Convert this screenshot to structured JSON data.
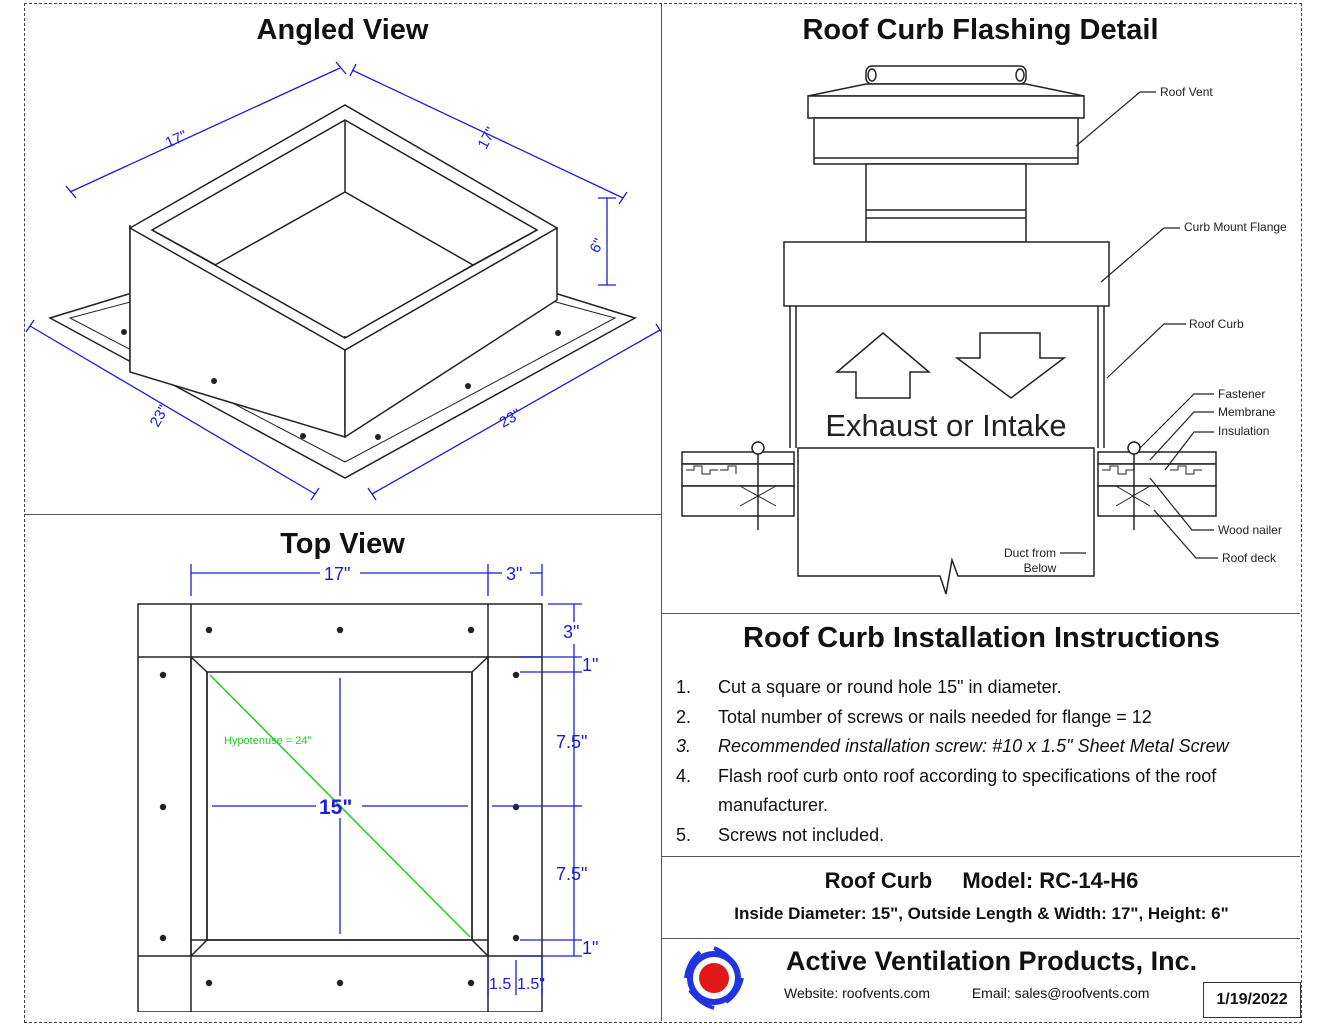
{
  "panels": {
    "angled_view": {
      "title": "Angled View",
      "dims": {
        "side_left": "17\"",
        "side_right": "17\"",
        "height": "6\"",
        "base_left": "23\"",
        "base_right": "23\""
      }
    },
    "top_view": {
      "title": "Top View",
      "dims": {
        "top_width": "17\"",
        "top_flange": "3\"",
        "right_flange": "3\"",
        "wall_top": "1\"",
        "half_top": "7.5\"",
        "half_bottom": "7.5\"",
        "wall_bottom": "1\"",
        "inside": "15\"",
        "bottom_a": "1.5",
        "bottom_b": "1.5\""
      },
      "hypotenuse": "Hypotenuse = 24\""
    },
    "flashing_detail": {
      "title": "Roof Curb Flashing Detail",
      "airflow_text": "Exhaust or Intake",
      "callouts": {
        "roof_vent": "Roof Vent",
        "curb_mount_flange": "Curb Mount Flange",
        "roof_curb": "Roof Curb",
        "fastener": "Fastener",
        "membrane": "Membrane",
        "insulation": "Insulation",
        "wood_nailer": "Wood nailer",
        "roof_deck": "Roof deck",
        "duct_line1": "Duct from",
        "duct_line2": "Below"
      }
    }
  },
  "instructions": {
    "title": "Roof Curb Installation Instructions",
    "items": [
      {
        "num": "1.",
        "text": "Cut a square or round hole 15\" in diameter."
      },
      {
        "num": "2.",
        "text": "Total number of screws or nails needed for flange = 12"
      },
      {
        "num": "3.",
        "text": "Recommended installation screw: #10 x 1.5\" Sheet Metal Screw"
      },
      {
        "num": "4.",
        "text": "Flash roof curb onto roof according to specifications of the roof manufacturer."
      },
      {
        "num": "5.",
        "text": "Screws not included."
      }
    ]
  },
  "product": {
    "name": "Roof Curb",
    "model": "Model: RC-14-H6",
    "specs": "Inside Diameter: 15\",  Outside Length & Width: 17\",  Height: 6\""
  },
  "company": {
    "name": "Active Ventilation Products, Inc.",
    "website_label": "Website:",
    "website": "roofvents.com",
    "email_label": "Email:",
    "email": "sales@roofvents.com",
    "date": "1/19/2022"
  },
  "colors": {
    "dimension": "#1c1cd6",
    "hypotenuse": "#22cc22",
    "logo_blue": "#2035e0",
    "logo_red": "#e01818"
  }
}
